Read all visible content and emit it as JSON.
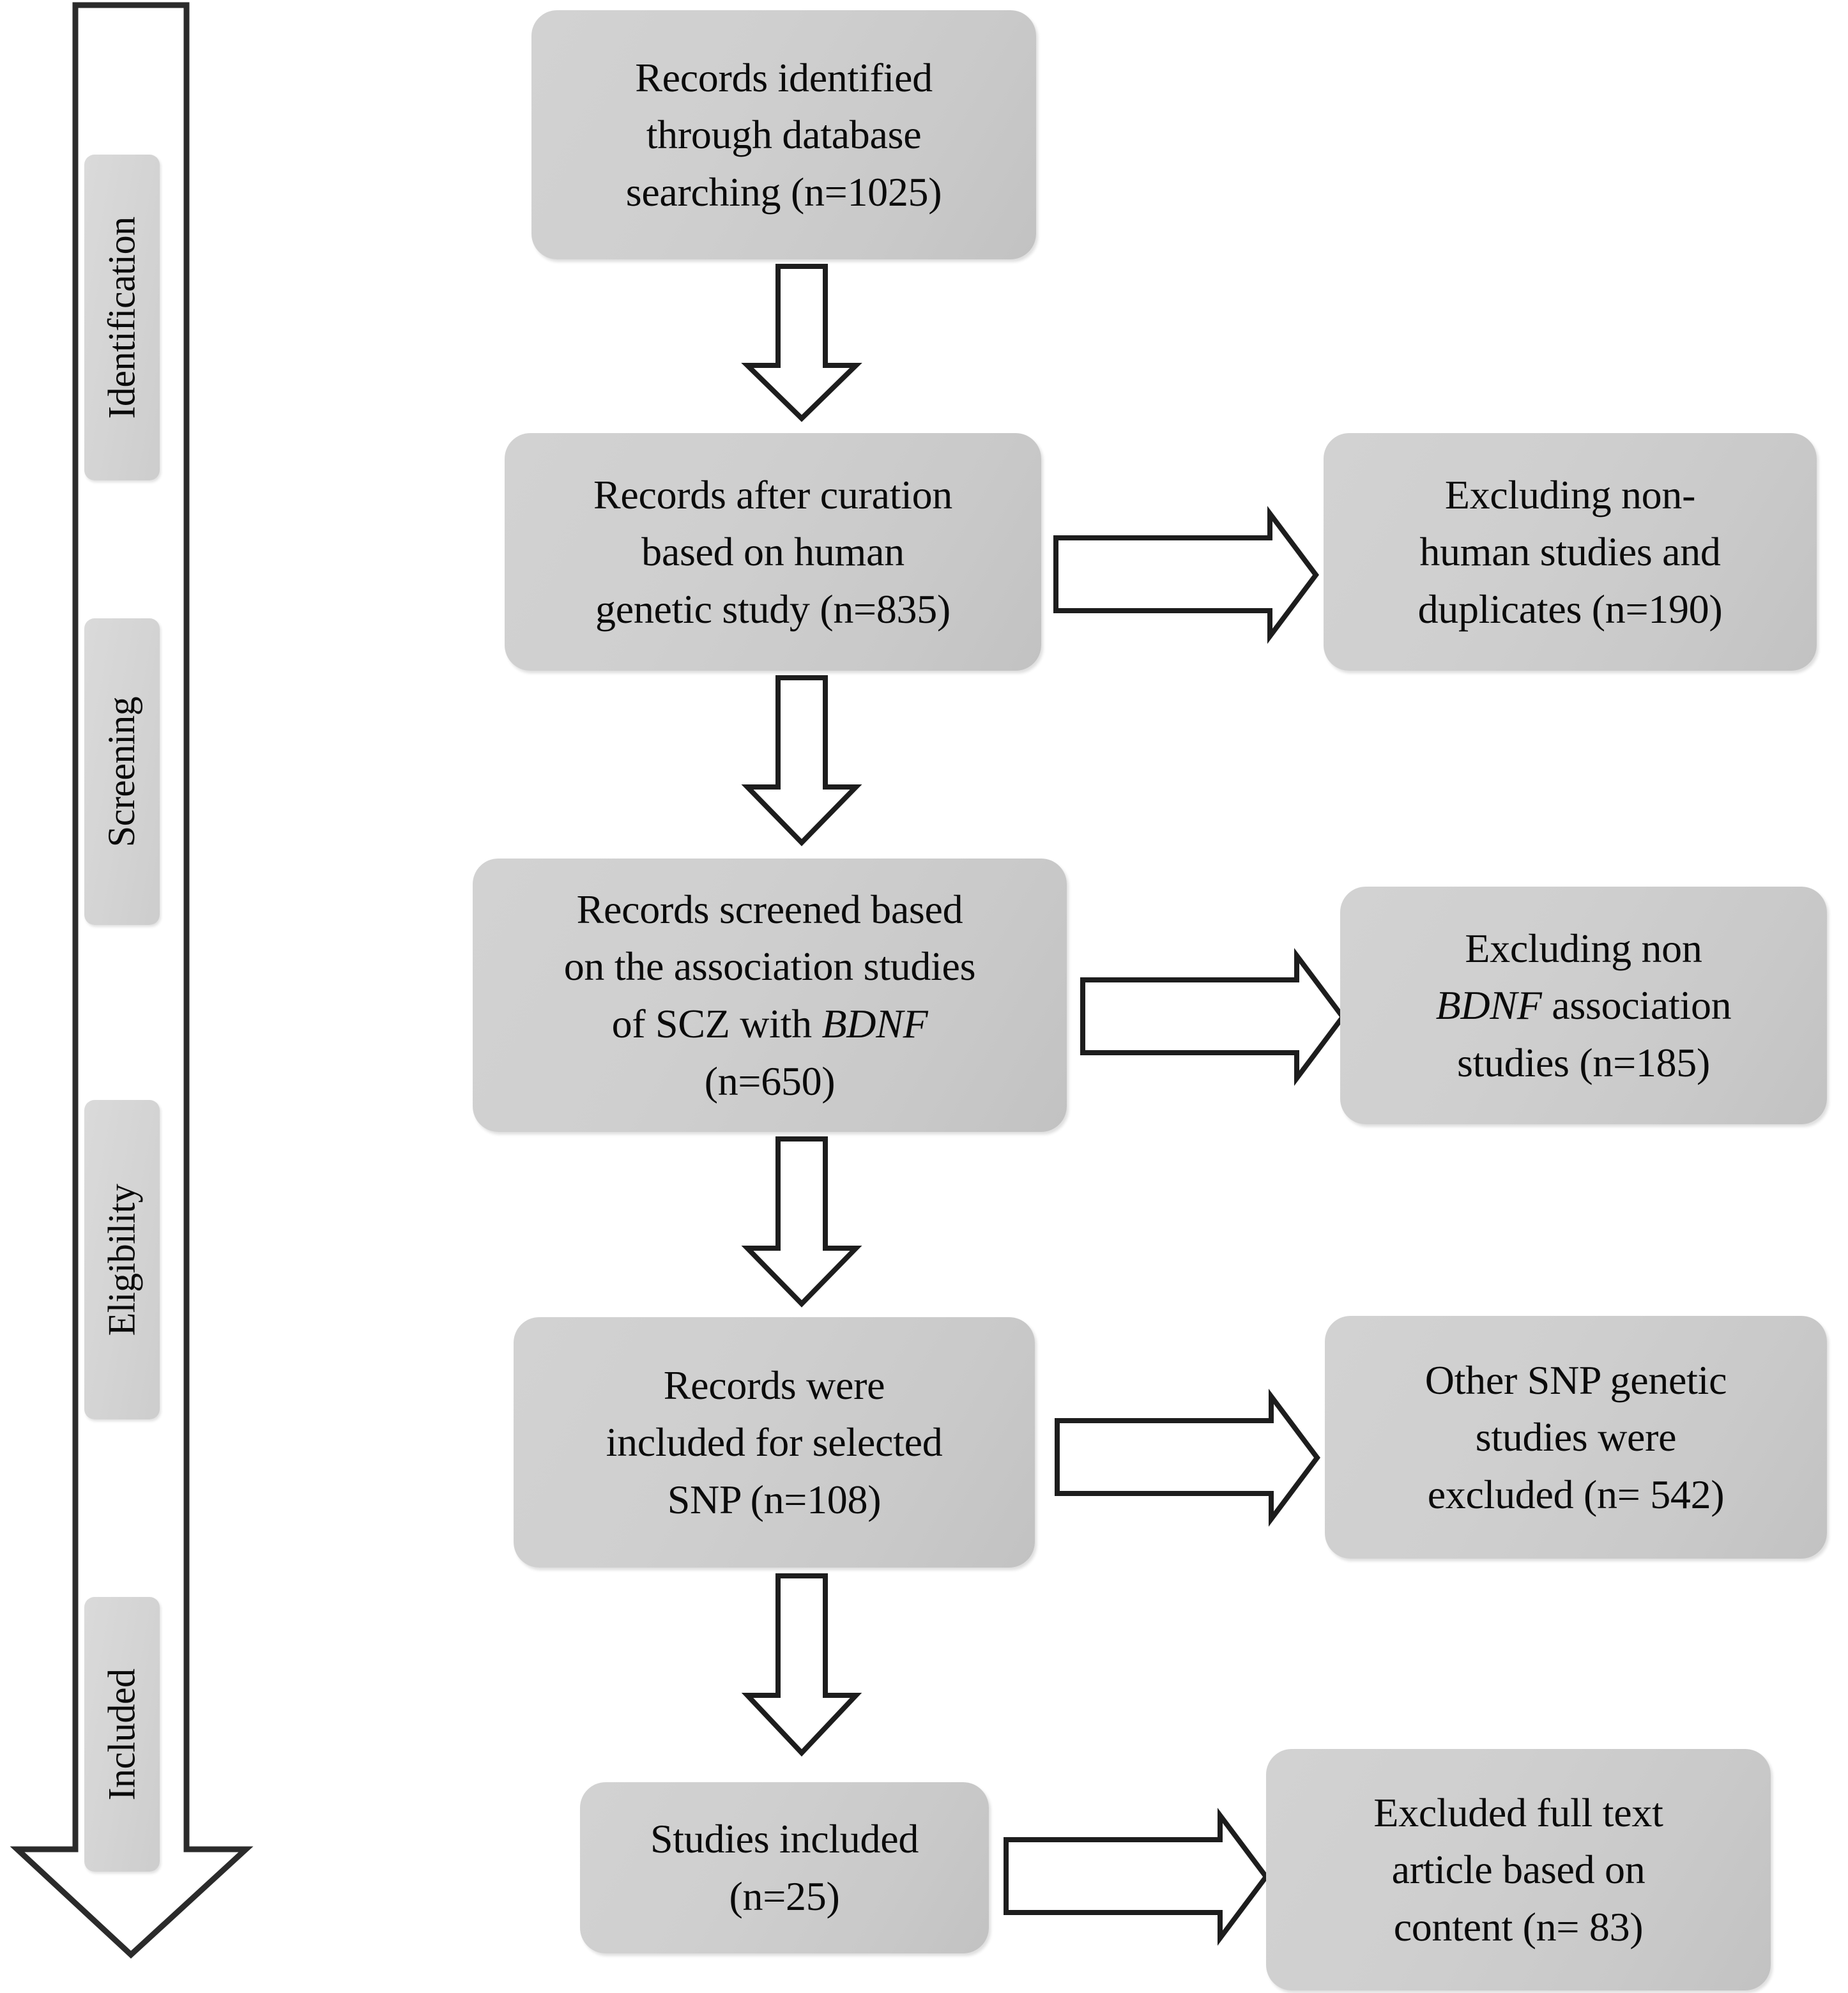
{
  "diagram": {
    "type": "prisma-flow-diagram",
    "stages": [
      {
        "id": "identification",
        "label": "Identification"
      },
      {
        "id": "screening",
        "label": "Screening"
      },
      {
        "id": "eligibility",
        "label": "Eligibility"
      },
      {
        "id": "included",
        "label": "Included"
      }
    ],
    "boxes": {
      "identified": {
        "line1": "Records identified",
        "line2": "through database",
        "line3": "searching (n=1025)"
      },
      "after_curation": {
        "line1": "Records after curation",
        "line2": "based on human",
        "line3": "genetic study (n=835)"
      },
      "excl_nonhuman": {
        "line1": "Excluding non-",
        "line2": "human studies and",
        "line3": "duplicates (n=190)"
      },
      "screened": {
        "line1": "Records screened based",
        "line2": "on the  association studies",
        "line3_a": "of SCZ with ",
        "line3_em": "BDNF",
        "line4": "(n=650)"
      },
      "excl_nonbdnf": {
        "line1": "Excluding non",
        "line2_em": "BDNF",
        "line2_b": " association",
        "line3": "studies (n=185)"
      },
      "included_snp": {
        "line1": "Records were",
        "line2": "included for selected",
        "line3": "SNP (n=108)"
      },
      "excl_othersnp": {
        "line1": "Other SNP genetic",
        "line2": "studies were",
        "line3": "excluded (n= 542)"
      },
      "studies_included": {
        "line1": "Studies included",
        "line2": "(n=25)"
      },
      "excl_fulltext": {
        "line1": "Excluded full text",
        "line2": "article based on",
        "line3": "content (n= 83)"
      }
    },
    "colors": {
      "box_fill": "#cfcfcf",
      "box_fill_dark": "#c2c2c2",
      "stage_fill": "#d6d6d6",
      "outline": "#2b2b2b",
      "text": "#0b0b0b",
      "background": "#ffffff"
    },
    "counts": {
      "identified": 1025,
      "after_curation": 835,
      "excluded_nonhuman_duplicates": 190,
      "screened": 650,
      "excluded_non_bdnf": 185,
      "included_selected_snp": 108,
      "excluded_other_snp": 542,
      "studies_included": 25,
      "excluded_full_text": 83
    }
  }
}
